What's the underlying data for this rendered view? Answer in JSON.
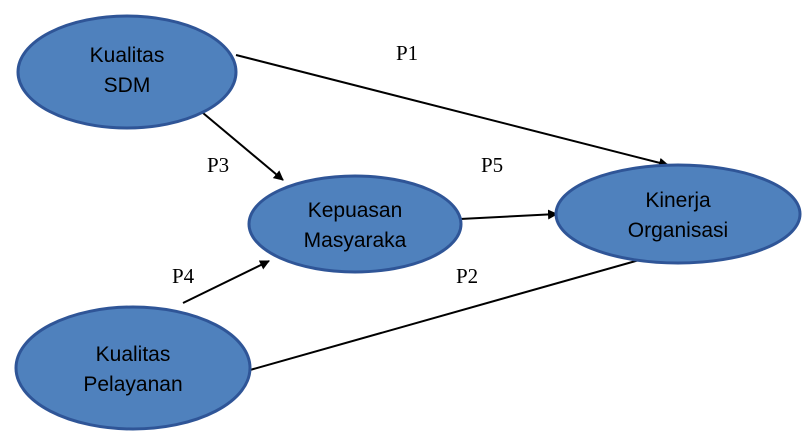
{
  "nodes": {
    "kualitas_sdm": {
      "line1": "Kualitas",
      "line2": "SDM"
    },
    "kepuasan_masyarakat": {
      "line1": "Kepuasan",
      "line2": "Masyaraka"
    },
    "kinerja_organisasi": {
      "line1": "Kinerja",
      "line2": "Organisasi"
    },
    "kualitas_pelayanan": {
      "line1": "Kualitas",
      "line2": "Pelayanan"
    }
  },
  "edges": {
    "p1": {
      "label": "P1",
      "from": "Kualitas SDM",
      "to": "Kinerja Organisasi"
    },
    "p2": {
      "label": "P2",
      "from": "Kualitas Pelayanan",
      "to": "Kinerja Organisasi"
    },
    "p3": {
      "label": "P3",
      "from": "Kualitas SDM",
      "to": "Kepuasan Masyaraka"
    },
    "p4": {
      "label": "P4",
      "from": "Kualitas Pelayanan",
      "to": "Kepuasan Masyaraka"
    },
    "p5": {
      "label": "P5",
      "from": "Kepuasan Masyaraka",
      "to": "Kinerja Organisasi"
    }
  },
  "colors": {
    "node_fill": "#4f81bd",
    "node_stroke": "#2f5597",
    "arrow": "#000000"
  }
}
